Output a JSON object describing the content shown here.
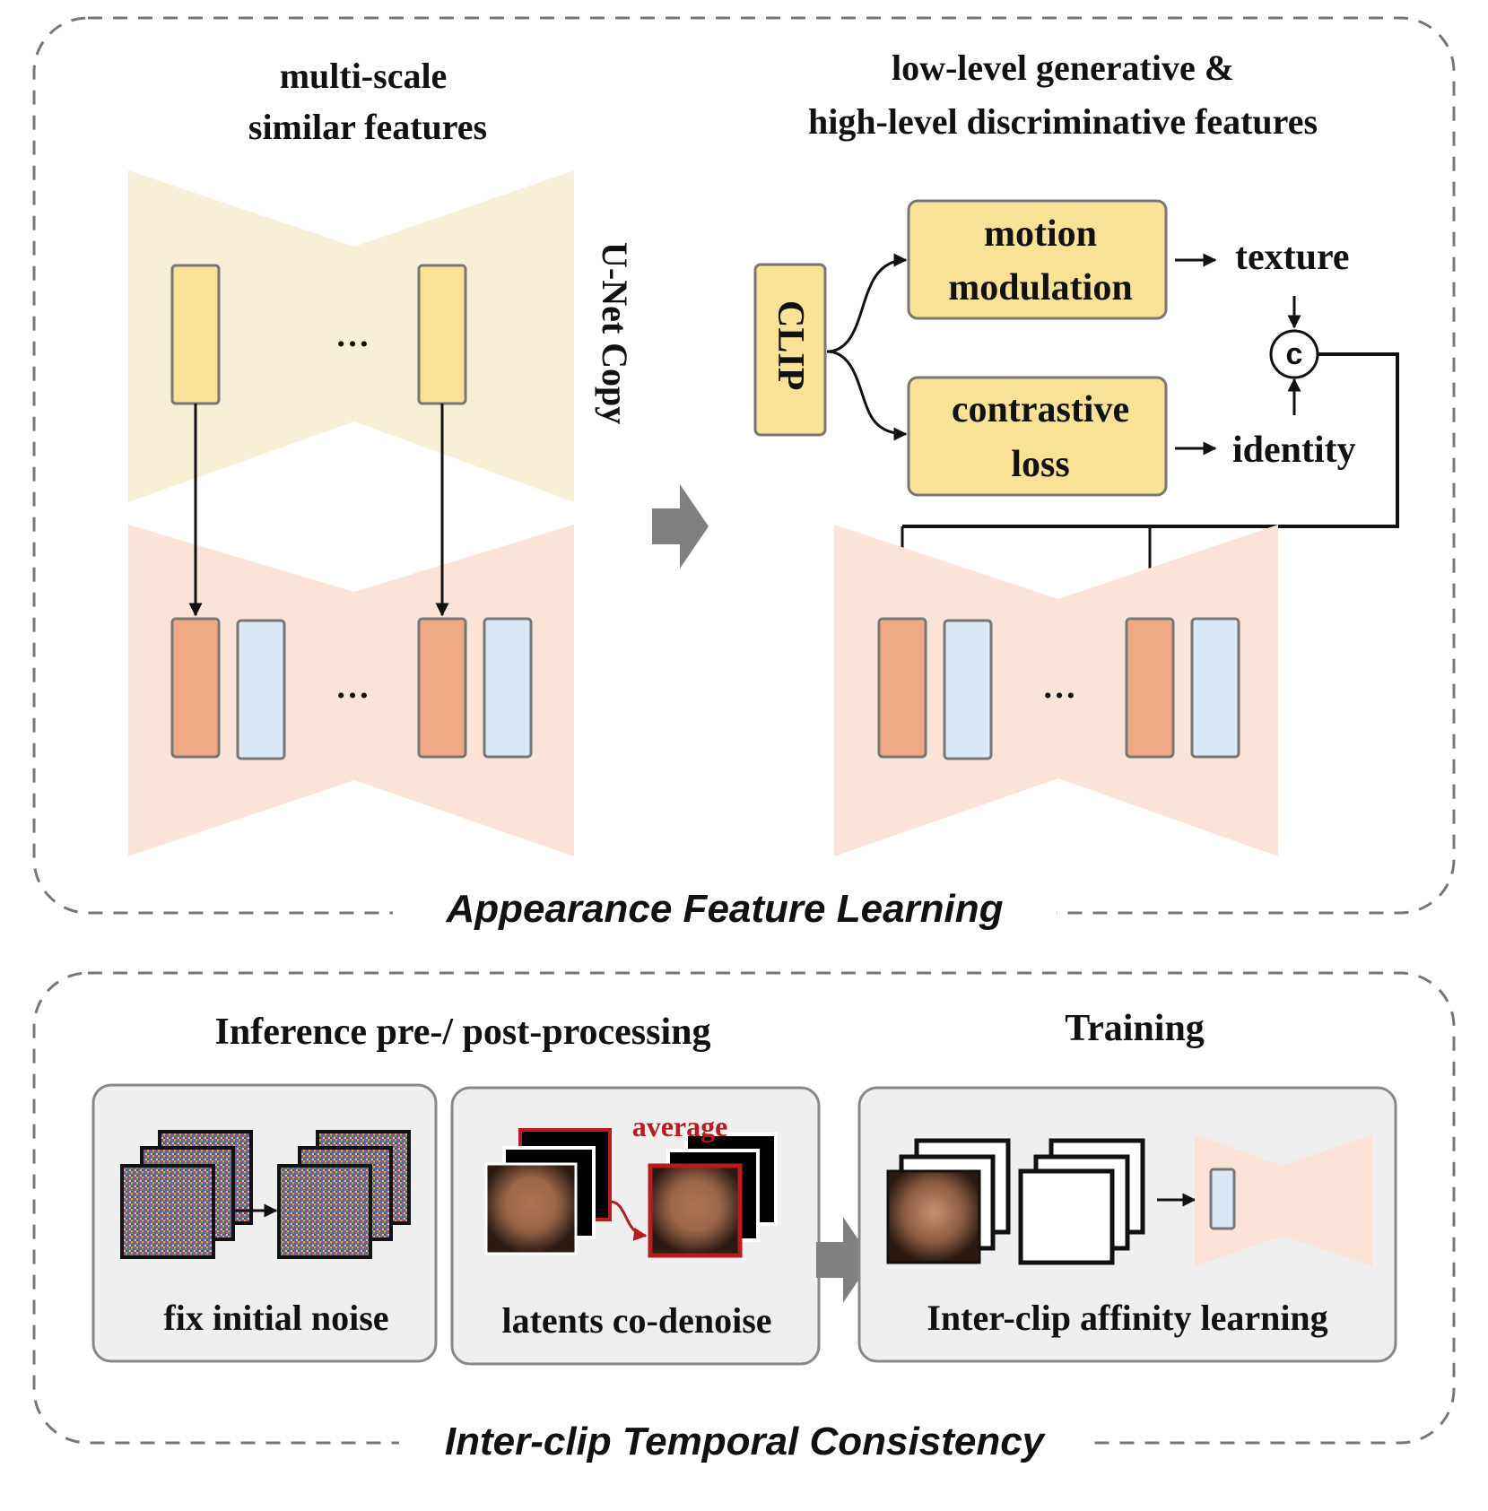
{
  "appearance": {
    "section_title": "Appearance Feature Learning",
    "left_title_line1": "multi-scale",
    "left_title_line2": "similar features",
    "right_title_line1": "low-level generative &",
    "right_title_line2": "high-level discriminative features",
    "unet_copy_label": "U-Net Copy",
    "clip_label": "CLIP",
    "motion_line1": "motion",
    "motion_line2": "modulation",
    "contrastive_line1": "contrastive",
    "contrastive_line2": "loss",
    "texture_label": "texture",
    "identity_label": "identity",
    "concat_symbol": "c",
    "ellipsis": "…"
  },
  "temporal": {
    "section_title": "Inter-clip Temporal Consistency",
    "inference_title": "Inference pre-/ post-processing",
    "training_title": "Training",
    "fix_noise_label": "fix initial noise",
    "co_denoise_label": "latents co-denoise",
    "average_label": "average",
    "affinity_label": "Inter-clip affinity learning"
  },
  "colors": {
    "yellow_block": "#f9e196",
    "orange_block": "#efa985",
    "blue_block": "#dbe8f5",
    "yellow_bg": "#f7efd6",
    "pink_bg": "#fbe3d8",
    "panel_bg": "#efefef",
    "accent_red": "#b81c1c"
  }
}
